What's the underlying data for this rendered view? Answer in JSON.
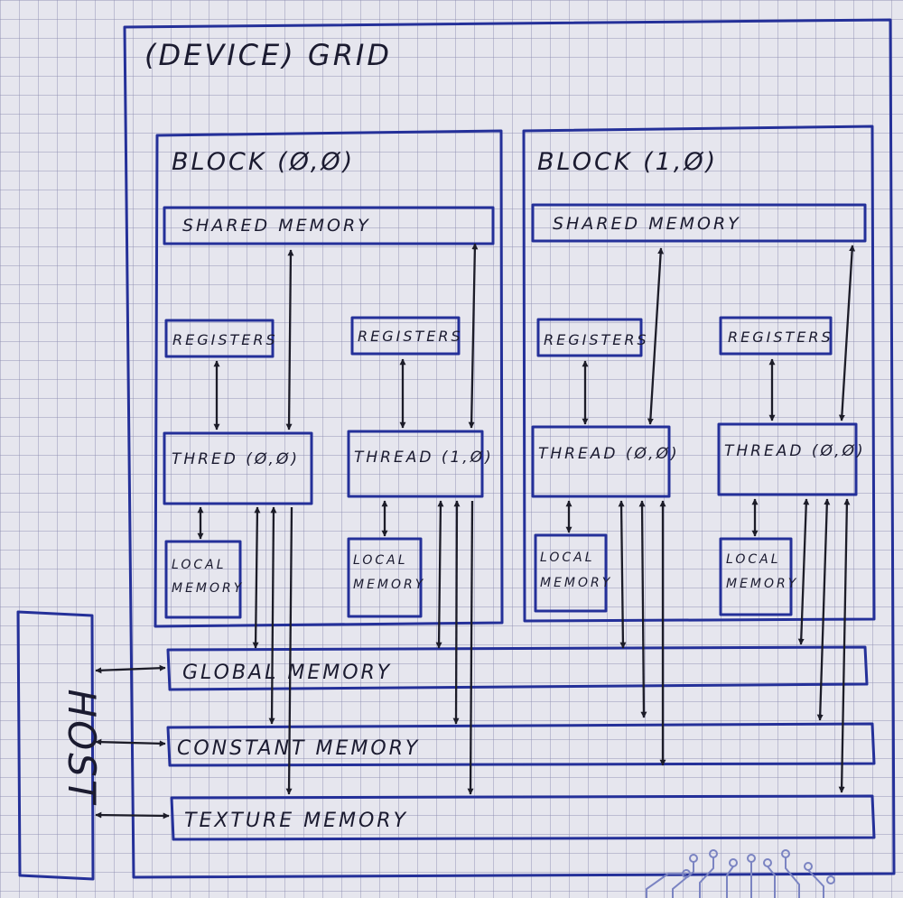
{
  "grid": {
    "title": "(DEVICE) GRID"
  },
  "host": {
    "label": "HOST"
  },
  "blocks": [
    {
      "title": "BLOCK (Ø,Ø)",
      "shared_memory": "SHARED MEMORY",
      "threads": [
        {
          "registers": "REGISTERS",
          "thread": "THRED (Ø,Ø)",
          "local_memory": [
            "LOCAL",
            "MEMORY"
          ]
        },
        {
          "registers": "REGISTERS",
          "thread": "THREAD (1,Ø)",
          "local_memory": [
            "LOCAL",
            "MEMORY"
          ]
        }
      ]
    },
    {
      "title": "BLOCK (1,Ø)",
      "shared_memory": "SHARED MEMORY",
      "threads": [
        {
          "registers": "REGISTERS",
          "thread": "THREAD (Ø,Ø)",
          "local_memory": [
            "LOCAL",
            "MEMORY"
          ]
        },
        {
          "registers": "REGISTERS",
          "thread": "THREAD (Ø,Ø)",
          "local_memory": [
            "LOCAL",
            "MEMORY"
          ]
        }
      ]
    }
  ],
  "memories": {
    "global": "GLOBAL MEMORY",
    "constant": "CONSTANT MEMORY",
    "texture": "TEXTURE MEMORY"
  },
  "colors": {
    "ink_box": "#243099",
    "ink_arrow": "#1c1c28",
    "paper": "#e6e6ee"
  }
}
